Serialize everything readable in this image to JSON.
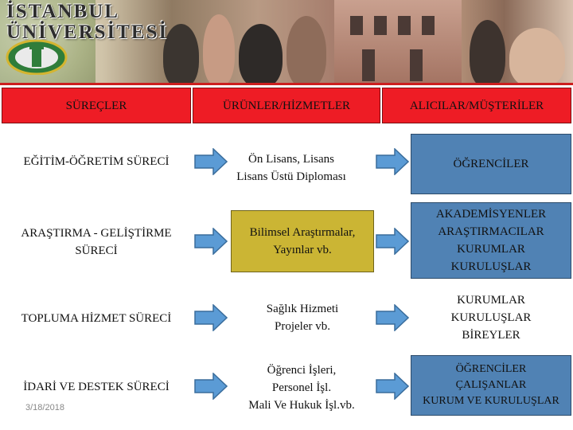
{
  "header": {
    "logo_line1": "İSTANBUL",
    "logo_line2": "ÜNİVERSİTESİ"
  },
  "columns": {
    "processes": "SÜREÇLER",
    "products": "ÜRÜNLER/HİZMETLER",
    "customers": "ALICILAR/MÜŞTERİLER"
  },
  "rows": [
    {
      "process": "EĞİTİM-ÖĞRETİM SÜRECİ",
      "product": [
        "Ön Lisans, Lisans",
        "Lisans Üstü Diploması"
      ],
      "customer": [
        "ÖĞRENCİLER"
      ]
    },
    {
      "process": [
        "ARAŞTIRMA - GELİŞTİRME",
        "SÜRECİ"
      ],
      "product": [
        "Bilimsel Araştırmalar,",
        "Yayınlar vb."
      ],
      "customer": [
        "AKADEMİSYENLER",
        "ARAŞTIRMACILAR",
        "KURUMLAR",
        "KURULUŞLAR"
      ]
    },
    {
      "process": "TOPLUMA HİZMET SÜRECİ",
      "product": [
        "Sağlık Hizmeti",
        "Projeler vb."
      ],
      "customer": [
        "KURUMLAR",
        "KURULUŞLAR",
        "BİREYLER"
      ]
    },
    {
      "process": "İDARİ VE DESTEK SÜRECİ",
      "product": [
        "Öğrenci İşleri,",
        "Personel İşl.",
        "Mali Ve Hukuk İşl.vb."
      ],
      "customer": [
        "ÖĞRENCİLER",
        "ÇALIŞANLAR",
        "KURUM VE KURULUŞLAR"
      ]
    }
  ],
  "footer": {
    "date": "3/18/2018"
  },
  "colors": {
    "header_red": "#ee1c25",
    "product_yellow": "#cbb534",
    "customer_blue": "#5082b4",
    "arrow_blue": "#5b9bd5"
  }
}
